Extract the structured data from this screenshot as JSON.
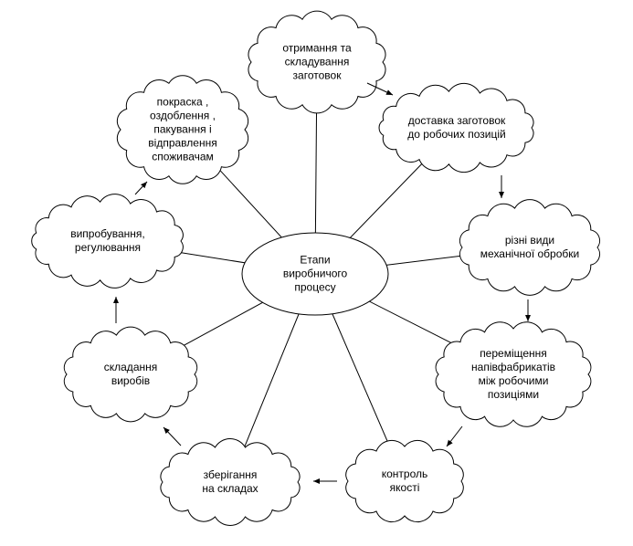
{
  "diagram": {
    "center": {
      "id": "center",
      "label": "Етапи\nвиробничого\nпроцесу"
    },
    "nodes": [
      {
        "id": "receiving",
        "label": "отримання та\nскладування\nзаготовок"
      },
      {
        "id": "delivery",
        "label": "доставка заготовок\nдо робочих позицій"
      },
      {
        "id": "machining",
        "label": "різні види\nмеханічної обробки"
      },
      {
        "id": "transfer",
        "label": "переміщення\nнапівфабрикатів\nміж робочими\nпозиціями"
      },
      {
        "id": "quality",
        "label": "контроль\nякості"
      },
      {
        "id": "storage",
        "label": "зберігання\nна складах"
      },
      {
        "id": "assembly",
        "label": "складання\nвиробів"
      },
      {
        "id": "testing",
        "label": "випробування,\nрегулювання"
      },
      {
        "id": "finishing",
        "label": "покраска ,\nоздоблення ,\nпакування і\nвідправлення\nспоживачам"
      }
    ],
    "flow": [
      {
        "from": "receiving",
        "to": "delivery"
      },
      {
        "from": "delivery",
        "to": "machining"
      },
      {
        "from": "machining",
        "to": "transfer"
      },
      {
        "from": "transfer",
        "to": "quality"
      },
      {
        "from": "quality",
        "to": "storage"
      },
      {
        "from": "storage",
        "to": "assembly"
      },
      {
        "from": "assembly",
        "to": "testing"
      },
      {
        "from": "testing",
        "to": "finishing"
      }
    ],
    "colors": {
      "stroke": "#000000",
      "fill": "#ffffff"
    }
  }
}
